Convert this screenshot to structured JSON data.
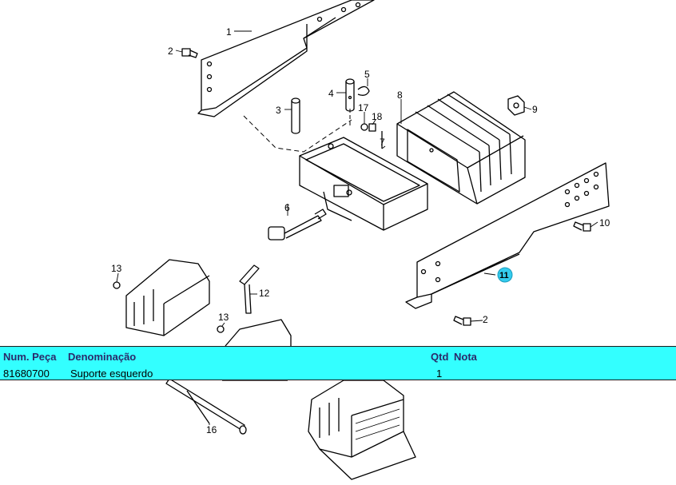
{
  "diagram": {
    "callouts": [
      "1",
      "2",
      "2",
      "3",
      "4",
      "5",
      "6",
      "7",
      "8",
      "9",
      "10",
      "11",
      "12",
      "13",
      "13",
      "16",
      "17",
      "18"
    ],
    "highlight_color": "#33ccee"
  },
  "table": {
    "headers": {
      "part_number": "Num. Peça",
      "description": "Denominação",
      "qty": "Qtd",
      "note": "Nota"
    },
    "rows": [
      {
        "part_number": "81680700",
        "description": "Suporte esquerdo",
        "qty": "1",
        "note": ""
      }
    ],
    "background": "#33ffff"
  }
}
